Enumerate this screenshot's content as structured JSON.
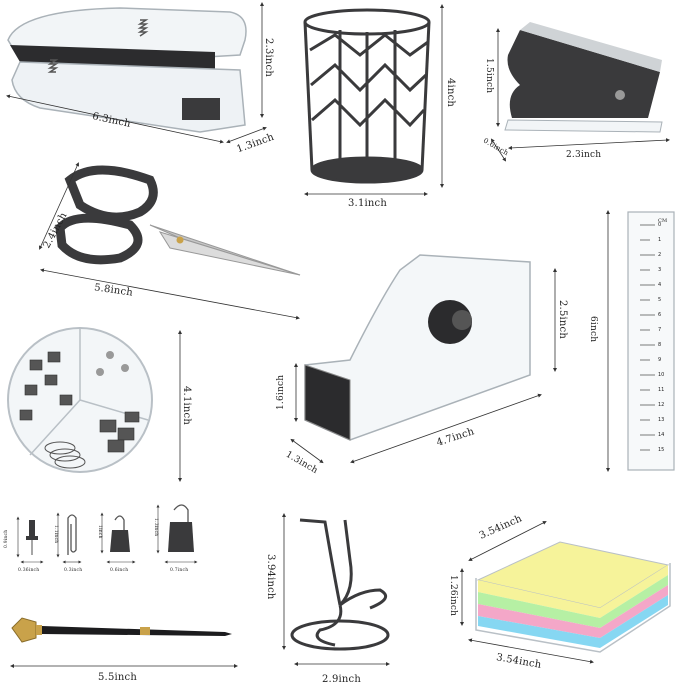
{
  "products": {
    "stapler": {
      "width": "6.3inch",
      "height": "2.3inch",
      "depth": "1.3inch"
    },
    "pen_holder": {
      "height": "4inch",
      "diameter": "3.1inch"
    },
    "staple_remover": {
      "height": "1.5inch",
      "width": "2.3inch",
      "depth": "0.6inch"
    },
    "scissors": {
      "length": "5.8inch",
      "height": "2.4inch"
    },
    "tape_dispenser": {
      "height": "2.5inch",
      "front_height": "1.6inch",
      "depth": "1.3inch",
      "length": "4.7inch"
    },
    "ruler": {
      "length": "6inch",
      "ticks": [
        "0",
        "1",
        "2",
        "3",
        "4",
        "5",
        "6",
        "7",
        "8",
        "9",
        "10",
        "11",
        "12",
        "13",
        "14",
        "15"
      ],
      "unit": "CM"
    },
    "clip_box": {
      "height": "4.1inch"
    },
    "small_items": [
      {
        "name": "push-pin",
        "height": "0.9inch",
        "width": "0.36inch"
      },
      {
        "name": "paper-clip",
        "height": "1.1inch",
        "width": "0.3inch"
      },
      {
        "name": "binder-clip-small",
        "height": "1inch",
        "width": "0.6inch"
      },
      {
        "name": "binder-clip-large",
        "height": "1.3inch",
        "width": "0.7inch"
      }
    ],
    "phone_stand": {
      "height": "3.94inch",
      "width": "2.9inch"
    },
    "memo_cube": {
      "width": "3.54inch",
      "height": "1.26inch",
      "depth": "3.54inch"
    },
    "pen": {
      "length": "5.5inch"
    }
  },
  "colors": {
    "metal": "#3a3a3c",
    "acrylic_edge": "#b9c0c6",
    "dim_line": "#333333",
    "note_yellow": "#f6f39a",
    "note_green": "#b6f0a4",
    "note_pink": "#f4a7c8",
    "note_blue": "#86d7f2",
    "gold": "#c9a24a"
  }
}
